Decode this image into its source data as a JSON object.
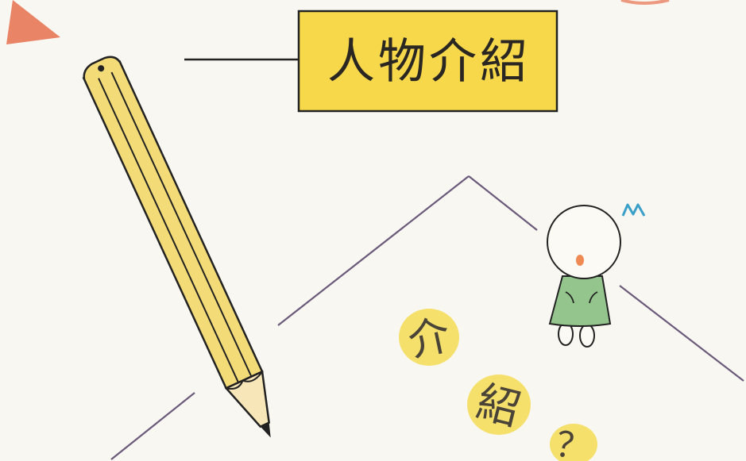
{
  "title": {
    "text": "人物介紹"
  },
  "paper": {
    "chars": [
      "介",
      "紹",
      "？"
    ]
  },
  "colors": {
    "background": "#f8f7f2",
    "title_box": "#f6d84a",
    "pencil_body": "#f3dc78",
    "pencil_wood": "#f7e7b8",
    "corner_triangle": "#e8704f",
    "character_body": "#93c58c",
    "mouth": "#f08a55",
    "highlight": "#f6dc55",
    "paper_outline": "#6b5a7a",
    "ink": "#222222"
  },
  "icons": {
    "pencil": "pencil-icon",
    "character": "person-figure",
    "corner": "triangle-mark"
  }
}
